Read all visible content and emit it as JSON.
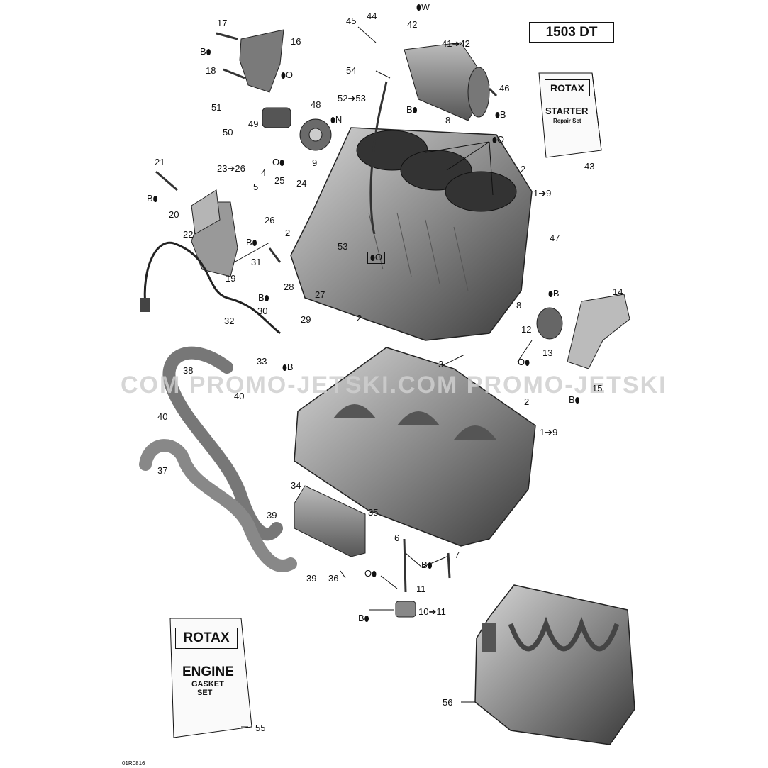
{
  "model": "1503 DT",
  "watermark": "COM PROMO-JETSKI.COM PROMO-JETSKI",
  "figure_ref": "01R0816",
  "kits": [
    {
      "brand": "ROTAX",
      "line1": "STARTER",
      "line2": "Repair Set",
      "ref": "43"
    },
    {
      "brand": "ROTAX",
      "line1": "ENGINE",
      "line2": "GASKET",
      "line3": "SET",
      "ref": "55"
    }
  ],
  "callouts": [
    {
      "id": "c17",
      "text": "17"
    },
    {
      "id": "c16",
      "text": "16"
    },
    {
      "id": "c18",
      "text": "18"
    },
    {
      "id": "c51",
      "text": "51"
    },
    {
      "id": "c50",
      "text": "50"
    },
    {
      "id": "c49",
      "text": "49"
    },
    {
      "id": "c48",
      "text": "48"
    },
    {
      "id": "c9",
      "text": "9"
    },
    {
      "id": "c45",
      "text": "45"
    },
    {
      "id": "c44",
      "text": "44"
    },
    {
      "id": "c42",
      "text": "42"
    },
    {
      "id": "c41",
      "text": "41➔42"
    },
    {
      "id": "c54",
      "text": "54"
    },
    {
      "id": "c5253",
      "text": "52➔53"
    },
    {
      "id": "c8a",
      "text": "8"
    },
    {
      "id": "c46",
      "text": "46"
    },
    {
      "id": "c43",
      "text": "43"
    },
    {
      "id": "c2a",
      "text": "2"
    },
    {
      "id": "c19a",
      "text": "1➔9"
    },
    {
      "id": "c21",
      "text": "21"
    },
    {
      "id": "c2326",
      "text": "23➔26"
    },
    {
      "id": "c4",
      "text": "4"
    },
    {
      "id": "c5",
      "text": "5"
    },
    {
      "id": "c25",
      "text": "25"
    },
    {
      "id": "c24",
      "text": "24"
    },
    {
      "id": "c26",
      "text": "26"
    },
    {
      "id": "c2b",
      "text": "2"
    },
    {
      "id": "c20",
      "text": "20"
    },
    {
      "id": "c22",
      "text": "22"
    },
    {
      "id": "c53",
      "text": "53"
    },
    {
      "id": "c31",
      "text": "31"
    },
    {
      "id": "c19",
      "text": "19"
    },
    {
      "id": "c47",
      "text": "47"
    },
    {
      "id": "c28",
      "text": "28"
    },
    {
      "id": "c27",
      "text": "27"
    },
    {
      "id": "c30",
      "text": "30"
    },
    {
      "id": "c29",
      "text": "29"
    },
    {
      "id": "c32",
      "text": "32"
    },
    {
      "id": "c2c",
      "text": "2"
    },
    {
      "id": "c14",
      "text": "14"
    },
    {
      "id": "c8b",
      "text": "8"
    },
    {
      "id": "c12",
      "text": "12"
    },
    {
      "id": "c13",
      "text": "13"
    },
    {
      "id": "c33",
      "text": "33"
    },
    {
      "id": "c3",
      "text": "3"
    },
    {
      "id": "c38",
      "text": "38"
    },
    {
      "id": "c40a",
      "text": "40"
    },
    {
      "id": "c15",
      "text": "15"
    },
    {
      "id": "c2d",
      "text": "2"
    },
    {
      "id": "c40b",
      "text": "40"
    },
    {
      "id": "c19b",
      "text": "1➔9"
    },
    {
      "id": "c37",
      "text": "37"
    },
    {
      "id": "c34",
      "text": "34"
    },
    {
      "id": "c39a",
      "text": "39"
    },
    {
      "id": "c35",
      "text": "35"
    },
    {
      "id": "c6",
      "text": "6"
    },
    {
      "id": "c7",
      "text": "7"
    },
    {
      "id": "c36",
      "text": "36"
    },
    {
      "id": "c39b",
      "text": "39"
    },
    {
      "id": "c11",
      "text": "11"
    },
    {
      "id": "c1011",
      "text": "10➔11"
    },
    {
      "id": "c56",
      "text": "56"
    }
  ],
  "lubricant_codes": [
    {
      "id": "lB1",
      "text": "B"
    },
    {
      "id": "lO1",
      "text": "O"
    },
    {
      "id": "lN",
      "text": "N"
    },
    {
      "id": "lW",
      "text": "W"
    },
    {
      "id": "lB2",
      "text": "B"
    },
    {
      "id": "lB3",
      "text": "B"
    },
    {
      "id": "lO2",
      "text": "O"
    },
    {
      "id": "lO3",
      "text": "O"
    },
    {
      "id": "lB4",
      "text": "B"
    },
    {
      "id": "lB5",
      "text": "B"
    },
    {
      "id": "lO4",
      "text": "O"
    },
    {
      "id": "lB6",
      "text": "B"
    },
    {
      "id": "lB7",
      "text": "B"
    },
    {
      "id": "lO5",
      "text": "O"
    },
    {
      "id": "lB8",
      "text": "B"
    },
    {
      "id": "lB9",
      "text": "B"
    },
    {
      "id": "lO6",
      "text": "O"
    },
    {
      "id": "lB10",
      "text": "B"
    },
    {
      "id": "lB11",
      "text": "B"
    }
  ],
  "colors": {
    "ink": "#111111",
    "part": "#8d8d8d",
    "part_dark": "#4a4a4a",
    "part_light": "#c9c9c9",
    "watermark": "#cfcfcf"
  }
}
